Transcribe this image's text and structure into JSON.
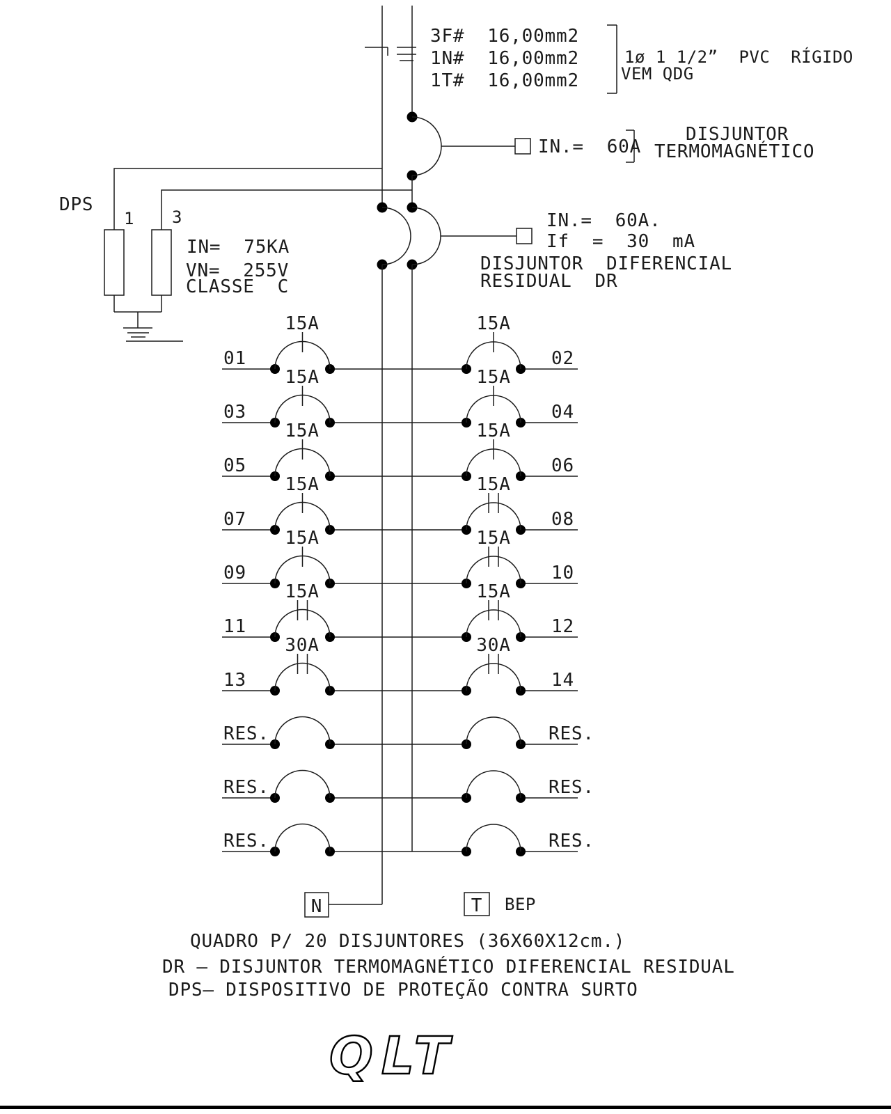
{
  "colors": {
    "ink": "#1b1b1b",
    "background": "#ffffff"
  },
  "feeder": {
    "conductors": [
      "3F#  16,00mm2",
      "1N#  16,00mm2",
      "1T#  16,00mm2"
    ],
    "conduit": "1ø 1 1/2”  PVC  RÍGIDO",
    "origin": "VEM QDG"
  },
  "main_breaker": {
    "rating": "IN.=  60A",
    "type_line1": "DISJUNTOR",
    "type_line2": "TERMOMAGNÉTICO"
  },
  "dps": {
    "label": "DPS",
    "pole_left": "1",
    "pole_right": "3",
    "spec1": "IN=  75KA",
    "spec2": "VN=  255V",
    "spec3": "CLASSE  C"
  },
  "dr": {
    "rating": "IN.=  60A.",
    "trip": "If  =  30  mA",
    "type_line1": "DISJUNTOR  DIFERENCIAL",
    "type_line2": "RESIDUAL  DR"
  },
  "circuits": {
    "rows": [
      {
        "left": {
          "label": "01",
          "amp": "15A",
          "poles": 1
        },
        "right": {
          "label": "02",
          "amp": "15A",
          "poles": 1
        }
      },
      {
        "left": {
          "label": "03",
          "amp": "15A",
          "poles": 1
        },
        "right": {
          "label": "04",
          "amp": "15A",
          "poles": 1
        }
      },
      {
        "left": {
          "label": "05",
          "amp": "15A",
          "poles": 1
        },
        "right": {
          "label": "06",
          "amp": "15A",
          "poles": 1
        }
      },
      {
        "left": {
          "label": "07",
          "amp": "15A",
          "poles": 1
        },
        "right": {
          "label": "08",
          "amp": "15A",
          "poles": 2
        }
      },
      {
        "left": {
          "label": "09",
          "amp": "15A",
          "poles": 1
        },
        "right": {
          "label": "10",
          "amp": "15A",
          "poles": 2
        }
      },
      {
        "left": {
          "label": "11",
          "amp": "15A",
          "poles": 2
        },
        "right": {
          "label": "12",
          "amp": "15A",
          "poles": 2
        }
      },
      {
        "left": {
          "label": "13",
          "amp": "30A",
          "poles": 2
        },
        "right": {
          "label": "14",
          "amp": "30A",
          "poles": 2
        }
      },
      {
        "left": {
          "label": "RES.",
          "poles": 0
        },
        "right": {
          "label": "RES.",
          "poles": 0
        }
      },
      {
        "left": {
          "label": "RES.",
          "poles": 0
        },
        "right": {
          "label": "RES.",
          "poles": 0
        }
      },
      {
        "left": {
          "label": "RES.",
          "poles": 0
        },
        "right": {
          "label": "RES.",
          "poles": 0
        }
      }
    ]
  },
  "terminals": {
    "neutral": "N",
    "earth": "T",
    "earth_ref": "BEP"
  },
  "notes": {
    "line1": "QUADRO P/ 20 DISJUNTORES (36X60X12cm.)",
    "line2": "DR – DISJUNTOR TERMOMAGNÉTICO DIFERENCIAL RESIDUAL",
    "line3": "DPS– DISPOSITIVO DE PROTEÇÃO CONTRA SURTO"
  },
  "logo": {
    "text": "QLT"
  }
}
